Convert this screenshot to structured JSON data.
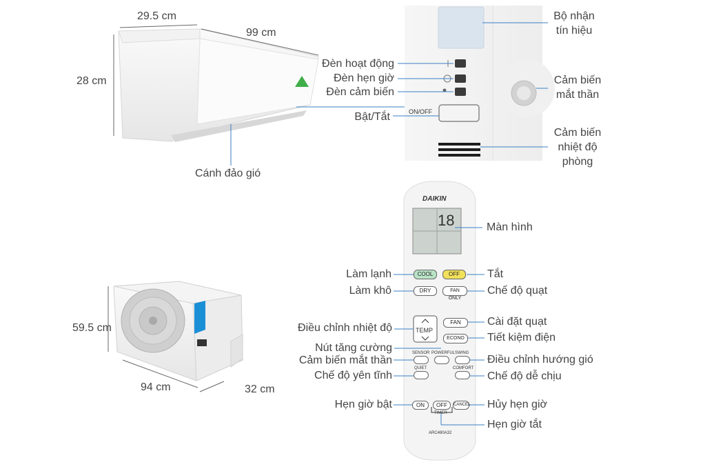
{
  "dimensions": {
    "indoor_depth": "29.5 cm",
    "indoor_width": "99 cm",
    "indoor_height": "28 cm",
    "outdoor_height": "59.5 cm",
    "outdoor_width": "94 cm",
    "outdoor_depth": "32 cm"
  },
  "indoor_labels": {
    "louver": "Cánh đảo gió",
    "operation_lamp": "Đèn hoạt động",
    "timer_lamp": "Đèn hẹn giờ",
    "sensor_lamp": "Đèn cảm biến",
    "on_off": "Bật/Tắt",
    "onoff_button_text": "ON/OFF",
    "receiver_line1": "Bộ nhận",
    "receiver_line2": "tín hiệu",
    "eye_sensor_line1": "Cảm biến",
    "eye_sensor_line2": "mắt thần",
    "room_temp_line1": "Cảm biến",
    "room_temp_line2": "nhiệt độ",
    "room_temp_line3": "phòng"
  },
  "remote": {
    "brand": "DAIKIN",
    "display_value": "18",
    "model": "ARC480A32",
    "buttons": {
      "cool": "COOL",
      "off": "OFF",
      "dry": "DRY",
      "fan_only": "FAN ONLY",
      "temp": "TEMP",
      "fan": "FAN",
      "econo": "ECONO",
      "sensor": "SENSOR",
      "powerful": "POWERFUL",
      "swing": "SWING",
      "quiet": "QUIET",
      "comfort": "COMFORT",
      "timer_on": "ON",
      "timer_off": "OFF",
      "cancel": "CANCEL",
      "timer": "TIMER"
    }
  },
  "remote_labels": {
    "screen": "Màn hình",
    "cool": "Làm lạnh",
    "off": "Tắt",
    "dry": "Làm khô",
    "fan_only": "Chế độ quạt",
    "temp": "Điều chỉnh nhiệt độ",
    "fan": "Cài đặt quạt",
    "econo": "Tiết kiệm điện",
    "powerful": "Nút tăng cường",
    "sensor": "Cảm biến mắt thần",
    "swing": "Điều chỉnh hướng gió",
    "quiet": "Chế độ yên tĩnh",
    "comfort": "Chế độ dễ chịu",
    "timer_on": "Hẹn giờ bật",
    "cancel": "Hủy hẹn giờ",
    "timer_off": "Hẹn giờ tắt"
  },
  "colors": {
    "cool_button": "#b9e3c6",
    "off_button": "#f1e05a",
    "leader_line": "#3a7fc4",
    "daikin_blue": "#1a8fd6",
    "energy_green": "#3fae49"
  }
}
